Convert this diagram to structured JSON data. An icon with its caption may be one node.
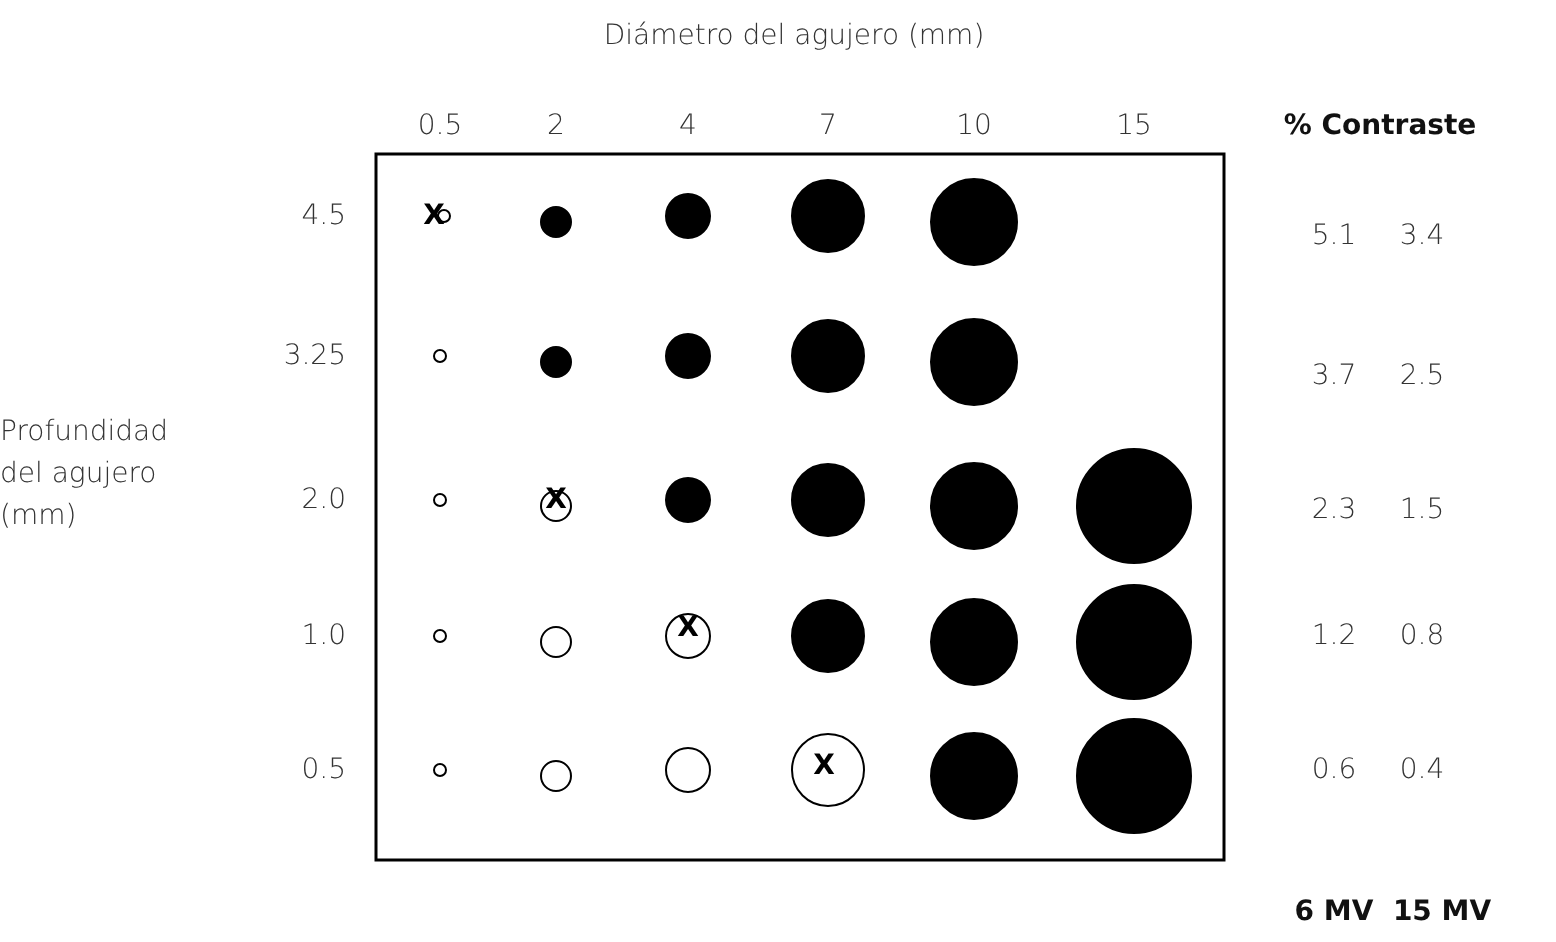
{
  "diagram": {
    "labels": [
      "Diámetro del agujero (mm)",
      "0.5",
      "2",
      "4",
      "7",
      "10",
      "15",
      "% Contraste",
      "4.5",
      "X",
      "5.1",
      "3.4",
      "3.25",
      "3.7",
      "2.5",
      "Profundidad del agujero (mm)",
      "2.0",
      "X",
      "2.3",
      "1.5",
      "1.0",
      "X",
      "1.2",
      "0.8",
      "0.5",
      "X",
      "0.6",
      "0.4",
      "6 MV",
      "15 MV"
    ]
  }
}
